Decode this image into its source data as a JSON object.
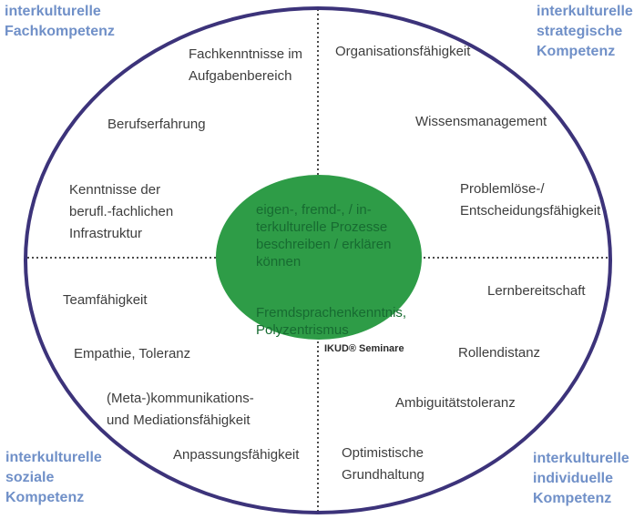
{
  "diagram": {
    "corners": {
      "top_left": "interkulturelle\nFachkompetenz",
      "top_right": "interkulturelle\nstrategische\nKompetenz",
      "bottom_left": "interkulturelle\nsoziale\nKompetenz",
      "bottom_right": "interkulturelle\nindividuelle\nKompetenz"
    },
    "center": {
      "block1": "eigen-, fremd-, / in-\nterkulturelle Prozesse\nbeschreiben / erklären\nkönnen",
      "block2": "Fremdsprachenkenntnis,\nPolyzentrismus"
    },
    "brand": "IKUD® Seminare",
    "quadrants": {
      "top_left": {
        "items": [
          {
            "text": "Fachkenntnisse im\nAufgabenbereich"
          },
          {
            "text": "Berufserfahrung"
          },
          {
            "text": "Kenntnisse der\nberufl.-fachlichen\nInfrastruktur"
          }
        ]
      },
      "top_right": {
        "items": [
          {
            "text": "Organisationsfähigkeit"
          },
          {
            "text": "Wissensmanagement"
          },
          {
            "text": "Problemlöse-/\nEntscheidungsfähigkeit"
          }
        ]
      },
      "bottom_left": {
        "items": [
          {
            "text": "Teamfähigkeit"
          },
          {
            "text": "Empathie, Toleranz"
          },
          {
            "text": "(Meta-)kommunikations-\nund Mediationsfähigkeit"
          },
          {
            "text": "Anpassungsfähigkeit"
          }
        ]
      },
      "bottom_right": {
        "items": [
          {
            "text": "Lernbereitschaft"
          },
          {
            "text": "Rollendistanz"
          },
          {
            "text": "Ambiguitätstoleranz"
          },
          {
            "text": "Optimistische\nGrundhaltung"
          }
        ]
      }
    },
    "colors": {
      "accent_blue": "#7090c8",
      "ellipse_stroke": "#3c337a",
      "center_green": "#2e9c47",
      "center_text_green": "#176b31",
      "label_text": "#3d3d3d"
    }
  }
}
